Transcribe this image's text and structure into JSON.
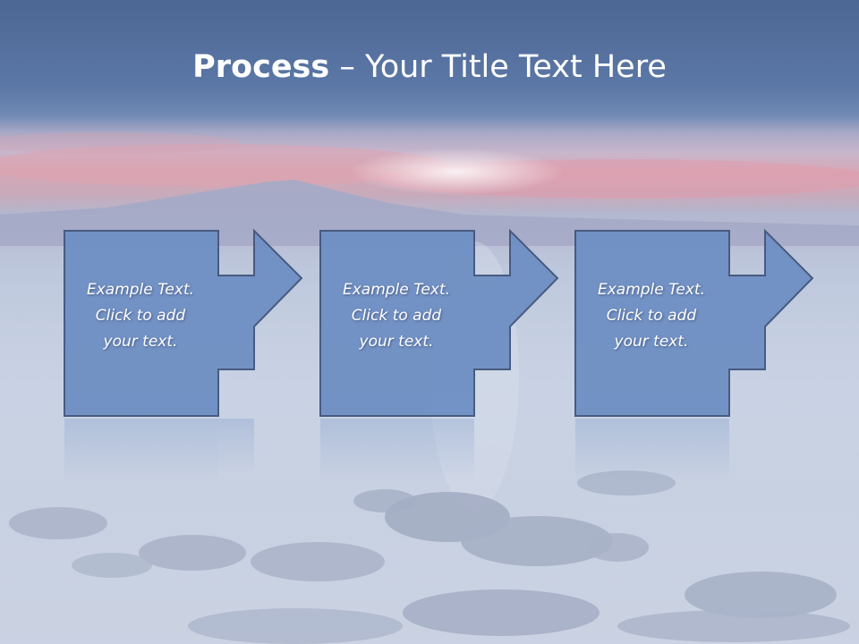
{
  "title": {
    "bold": "Process",
    "rest": " – Your Title Text Here"
  },
  "steps": [
    {
      "lines": [
        "Example Text.",
        "Click  to add",
        "your text."
      ]
    },
    {
      "lines": [
        "Example Text.",
        "Click  to add",
        "your text."
      ]
    },
    {
      "lines": [
        "Example Text.",
        "Click  to add",
        "your text."
      ]
    }
  ],
  "colors": {
    "box_fill": "#7090c4",
    "box_stroke": "#44587e",
    "title_text": "#ffffff"
  }
}
